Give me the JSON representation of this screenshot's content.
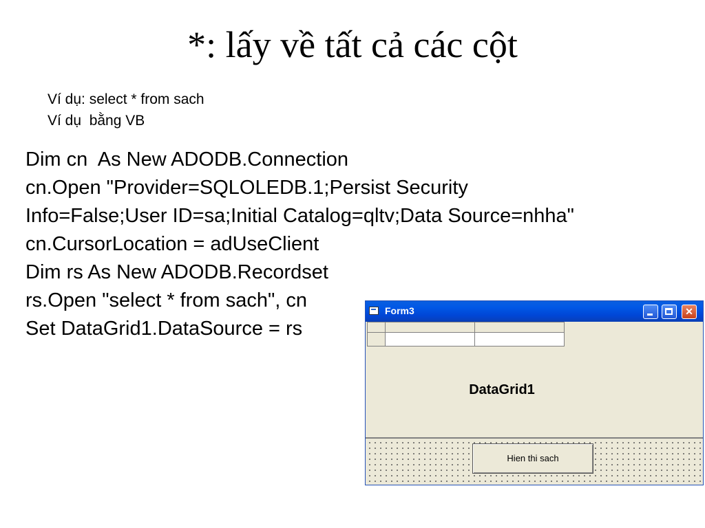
{
  "slide": {
    "title": "*: lấy về tất cả các cột",
    "examples": [
      "Ví dụ: select * from sach",
      "Ví dụ  bằng VB"
    ],
    "code_lines": [
      "Dim cn  As New ADODB.Connection",
      "cn.Open \"Provider=SQLOLEDB.1;Persist Security",
      "Info=False;User ID=sa;Initial Catalog=qltv;Data Source=nhha\"",
      "cn.CursorLocation = adUseClient",
      "Dim rs As New ADODB.Recordset",
      "rs.Open \"select * from sach\", cn",
      "Set DataGrid1.DataSource = rs"
    ]
  },
  "form": {
    "title": "Form3",
    "grid_label": "DataGrid1",
    "button_label": "Hien thi sach",
    "icons": {
      "app": "form-icon",
      "minimize": "minimize-icon",
      "maximize": "maximize-icon",
      "close": "close-icon"
    },
    "colors": {
      "titlebar": "#0058e6",
      "close_button": "#c7411b",
      "form_background": "#ece9d8"
    }
  }
}
